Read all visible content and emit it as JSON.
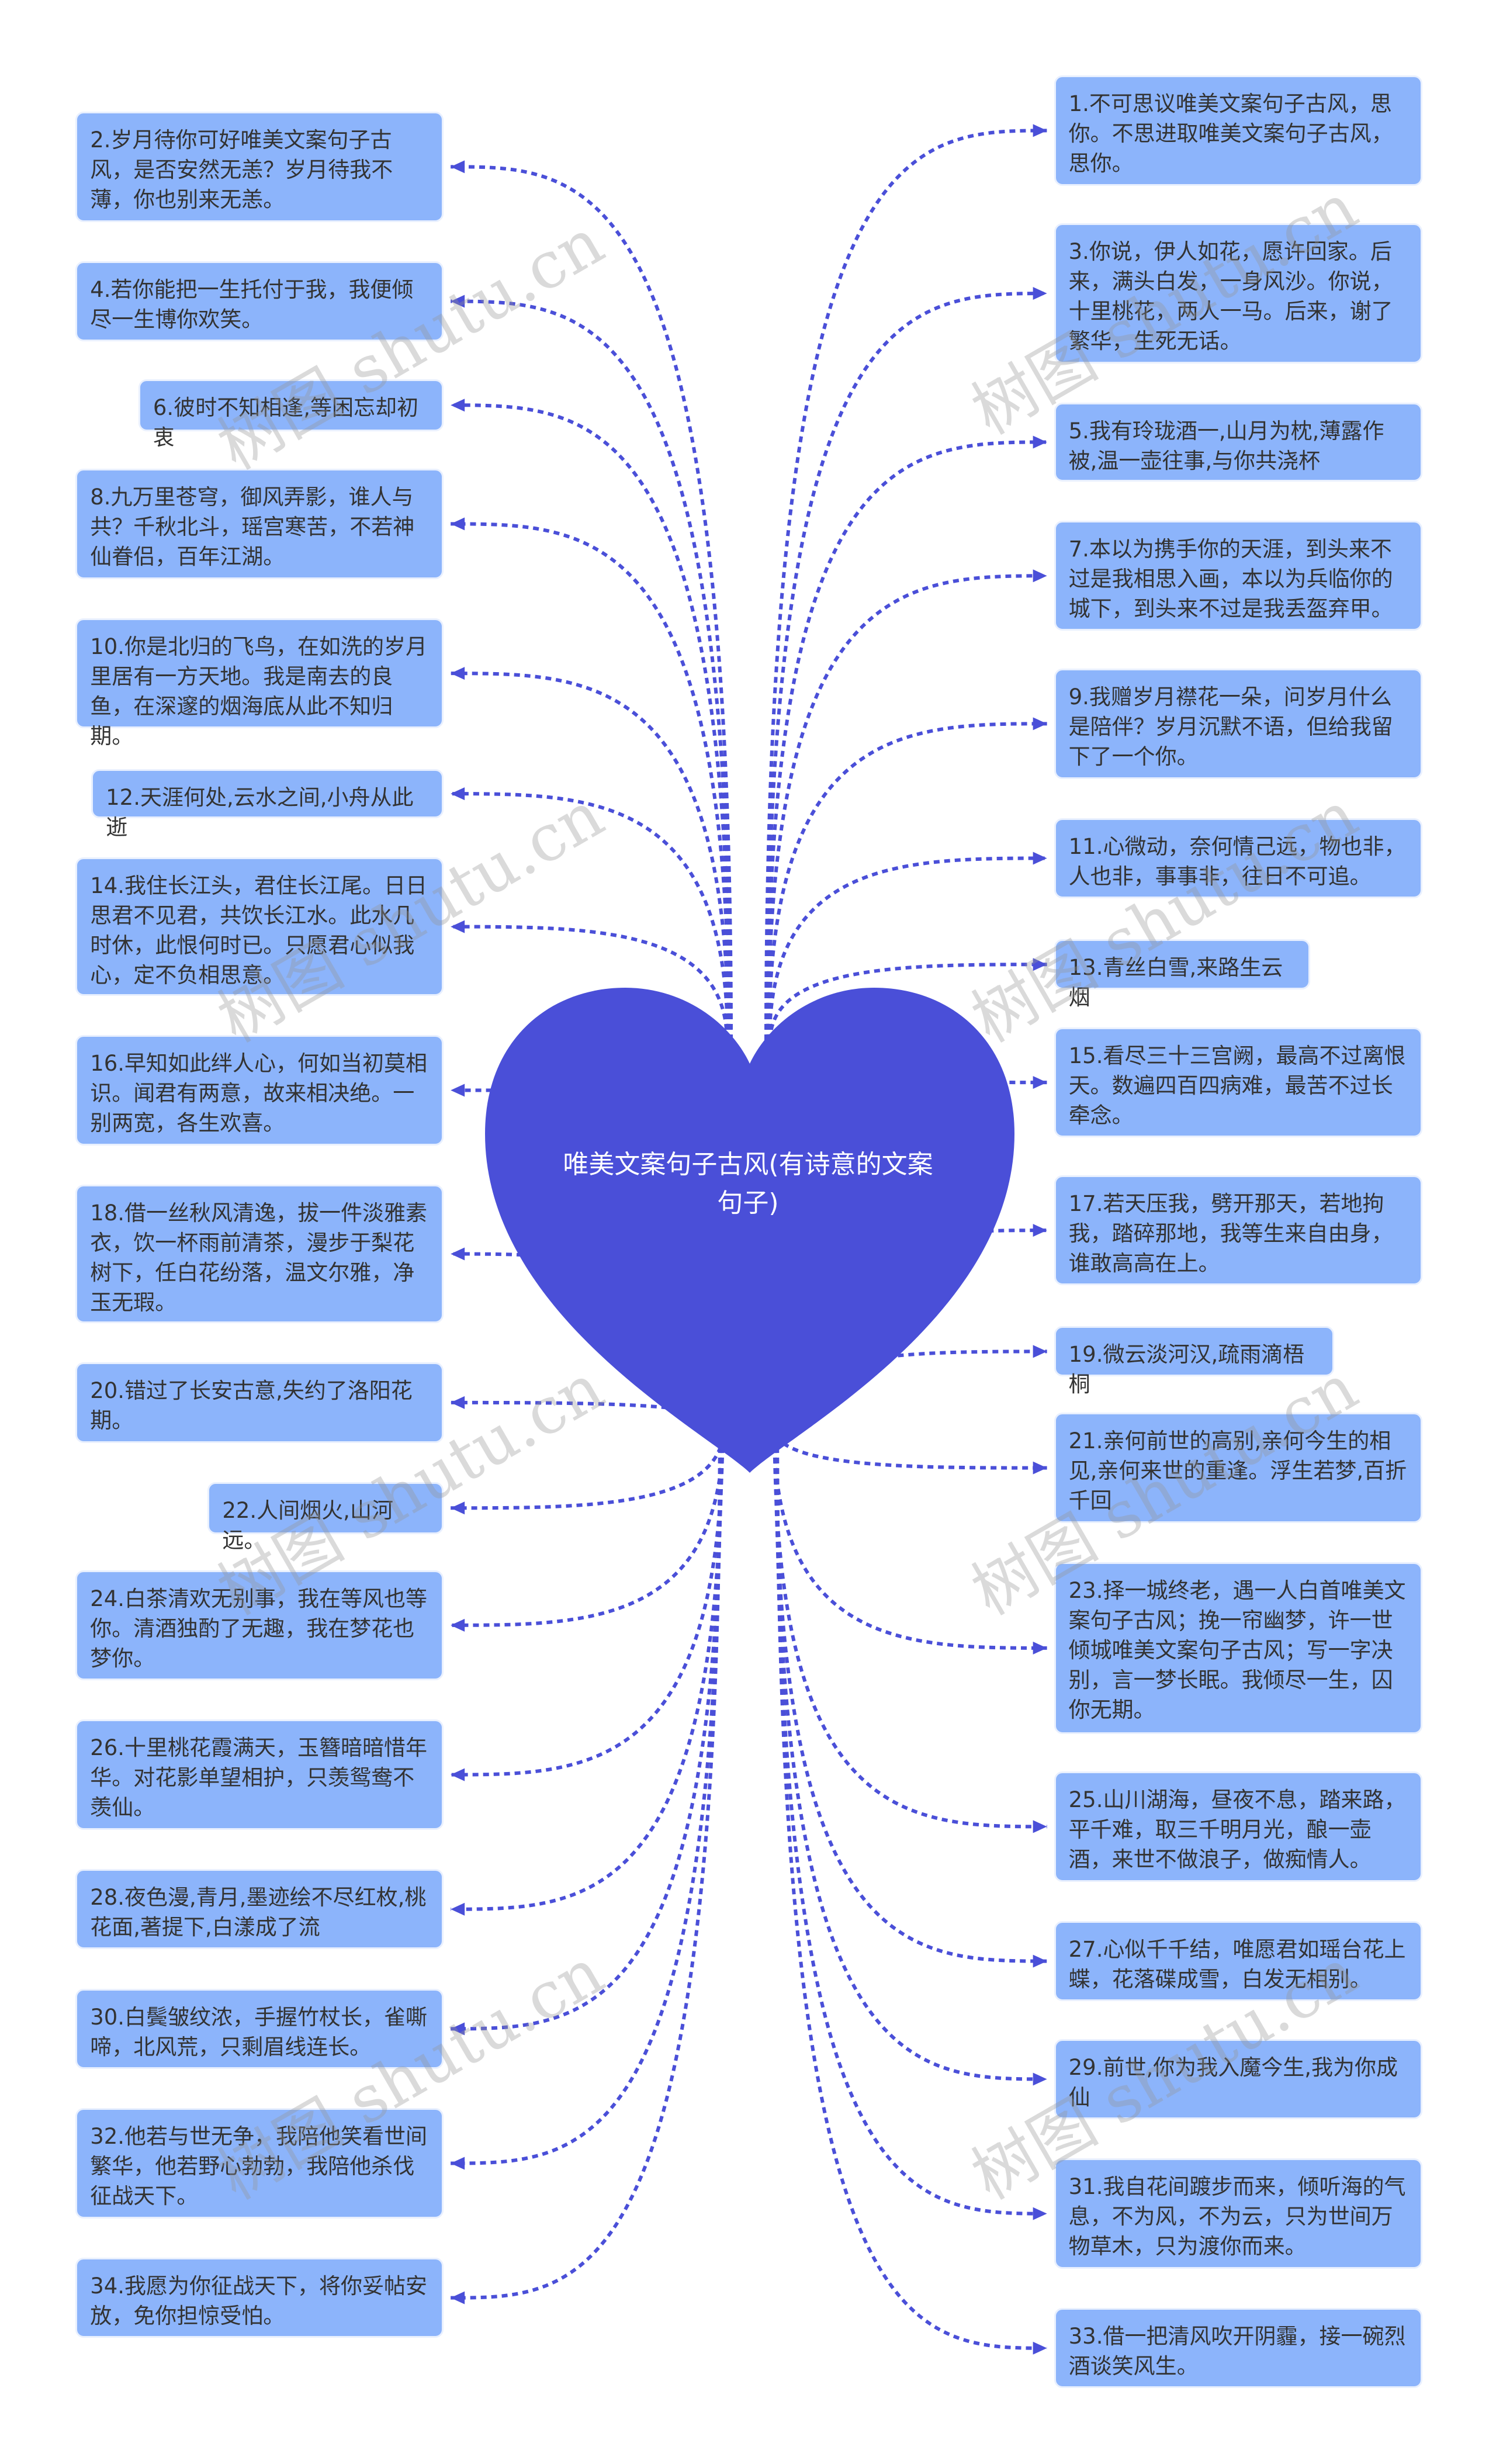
{
  "center": {
    "title": "唯美文案句子古风(有诗意的文案句子)"
  },
  "colors": {
    "node": "#8cb4fb",
    "center": "#4a4fd8",
    "link": "#4a4fd8"
  },
  "watermark": "树图 shutu.cn",
  "left": [
    "2.岁月待你可好唯美文案句子古风，是否安然无恙？岁月待我不薄，你也别来无恙。",
    "4.若你能把一生托付于我，我便倾尽一生博你欢笑。",
    "6.彼时不知相逢,等困忘却初衷",
    "8.九万里苍穹，御风弄影，谁人与共？千秋北斗，瑶宫寒苦，不若神仙眷侣，百年江湖。",
    "10.你是北归的飞鸟，在如洗的岁月里居有一方天地。我是南去的良鱼，在深邃的烟海底从此不知归期。",
    "12.天涯何处,云水之间,小舟从此逝",
    "14.我住长江头，君住长江尾。日日思君不见君，共饮长江水。此水几时休，此恨何时已。只愿君心似我心，定不负相思意。",
    "16.早知如此绊人心，何如当初莫相识。闻君有两意，故来相决绝。一别两宽，各生欢喜。",
    "18.借一丝秋风清逸，拔一件淡雅素衣，饮一杯雨前清茶，漫步于梨花树下，任白花纷落，温文尔雅，净玉无瑕。",
    "20.错过了长安古意,失约了洛阳花期。",
    "22.人间烟火,山河远。",
    "24.白茶清欢无别事，我在等风也等你。清酒独酌了无趣，我在梦花也梦你。",
    "26.十里桃花霞满天，玉簪暗暗惜年华。对花影单望相护，只羡鸳鸯不羡仙。",
    "28.夜色漫,青月,墨迹绘不尽红枚,桃花面,著提下,白漾成了流",
    "30.白鬓皱纹浓，手握竹杖长，雀嘶啼，北风荒，只剩眉线连长。",
    "32.他若与世无争，我陪他笑看世间繁华，他若野心勃勃，我陪他杀伐征战天下。",
    "34.我愿为你征战天下，将你妥帖安放，免你担惊受怕。"
  ],
  "right": [
    "1.不可思议唯美文案句子古风，思你。不思进取唯美文案句子古风，思你。",
    "3.你说，伊人如花，愿许回家。后来，满头白发，一身风沙。你说，十里桃花，两人一马。后来，谢了繁华，生死无话。",
    "5.我有玲珑酒一,山月为枕,薄露作被,温一壶往事,与你共浇杯",
    "7.本以为携手你的天涯，到头来不过是我相思入画，本以为兵临你的城下，到头来不过是我丢盔弃甲。",
    "9.我赠岁月襟花一朵，问岁月什么是陪伴？岁月沉默不语，但给我留下了一个你。",
    "11.心微动，奈何情己远，物也非，人也非，事事非，往日不可追。",
    "13.青丝白雪,来路生云烟",
    "15.看尽三十三宫阙，最高不过离恨天。数遍四百四病难，最苦不过长牵念。",
    "17.若天压我，劈开那天，若地拘我，踏碎那地，我等生来自由身，谁敢高高在上。",
    "19.微云淡河汉,疏雨滴梧桐",
    "21.亲何前世的高别,亲何今生的相见,亲何来世的重逢。浮生若梦,百折千回",
    "23.择一城终老，遇一人白首唯美文案句子古风；挽一帘幽梦，许一世倾城唯美文案句子古风；写一字决别，言一梦长眠。我倾尽一生，囚你无期。",
    "25.山川湖海，昼夜不息，踏来路，平千难，取三千明月光，酿一壶酒，来世不做浪子，做痴情人。",
    "27.心似千千结，唯愿君如瑶台花上蝶，花落碟成雪，白发无相别。",
    "29.前世,你为我入魔今生,我为你成仙",
    "31.我自花间踱步而来，倾听海的气息，不为风，不为云，只为世间万物草木，只为渡你而来。",
    "33.借一把清风吹开阴霾，接一碗烈酒谈笑风生。"
  ]
}
